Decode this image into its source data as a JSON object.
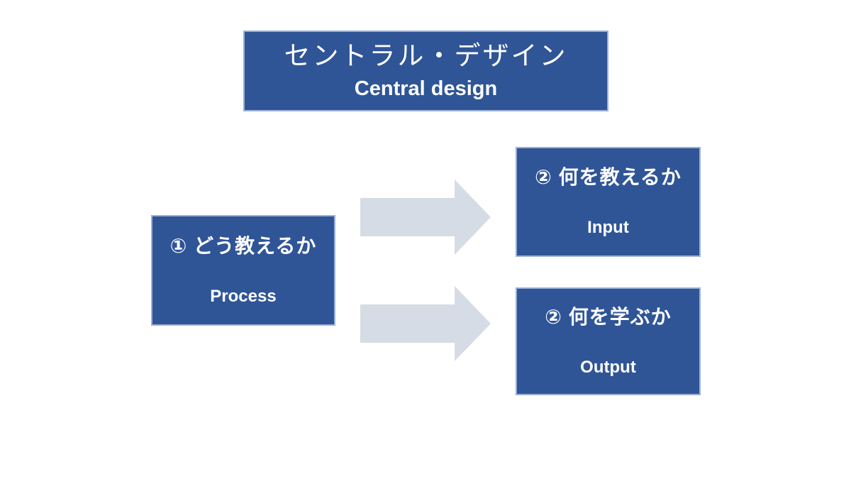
{
  "palette": {
    "background": "#ffffff",
    "box_fill": "#2F5597",
    "box_border": "#9BB0D6",
    "box_text": "#ffffff",
    "arrow_fill": "#D6DCE5"
  },
  "title_box": {
    "line1": "セントラル・デザイン",
    "line2": "Central design"
  },
  "process_box": {
    "line1": "① どう教えるか",
    "line2": "Process"
  },
  "input_box": {
    "line1": "② 何を教えるか",
    "line2": "Input"
  },
  "output_box": {
    "line1": "② 何を学ぶか",
    "line2": "Output"
  }
}
